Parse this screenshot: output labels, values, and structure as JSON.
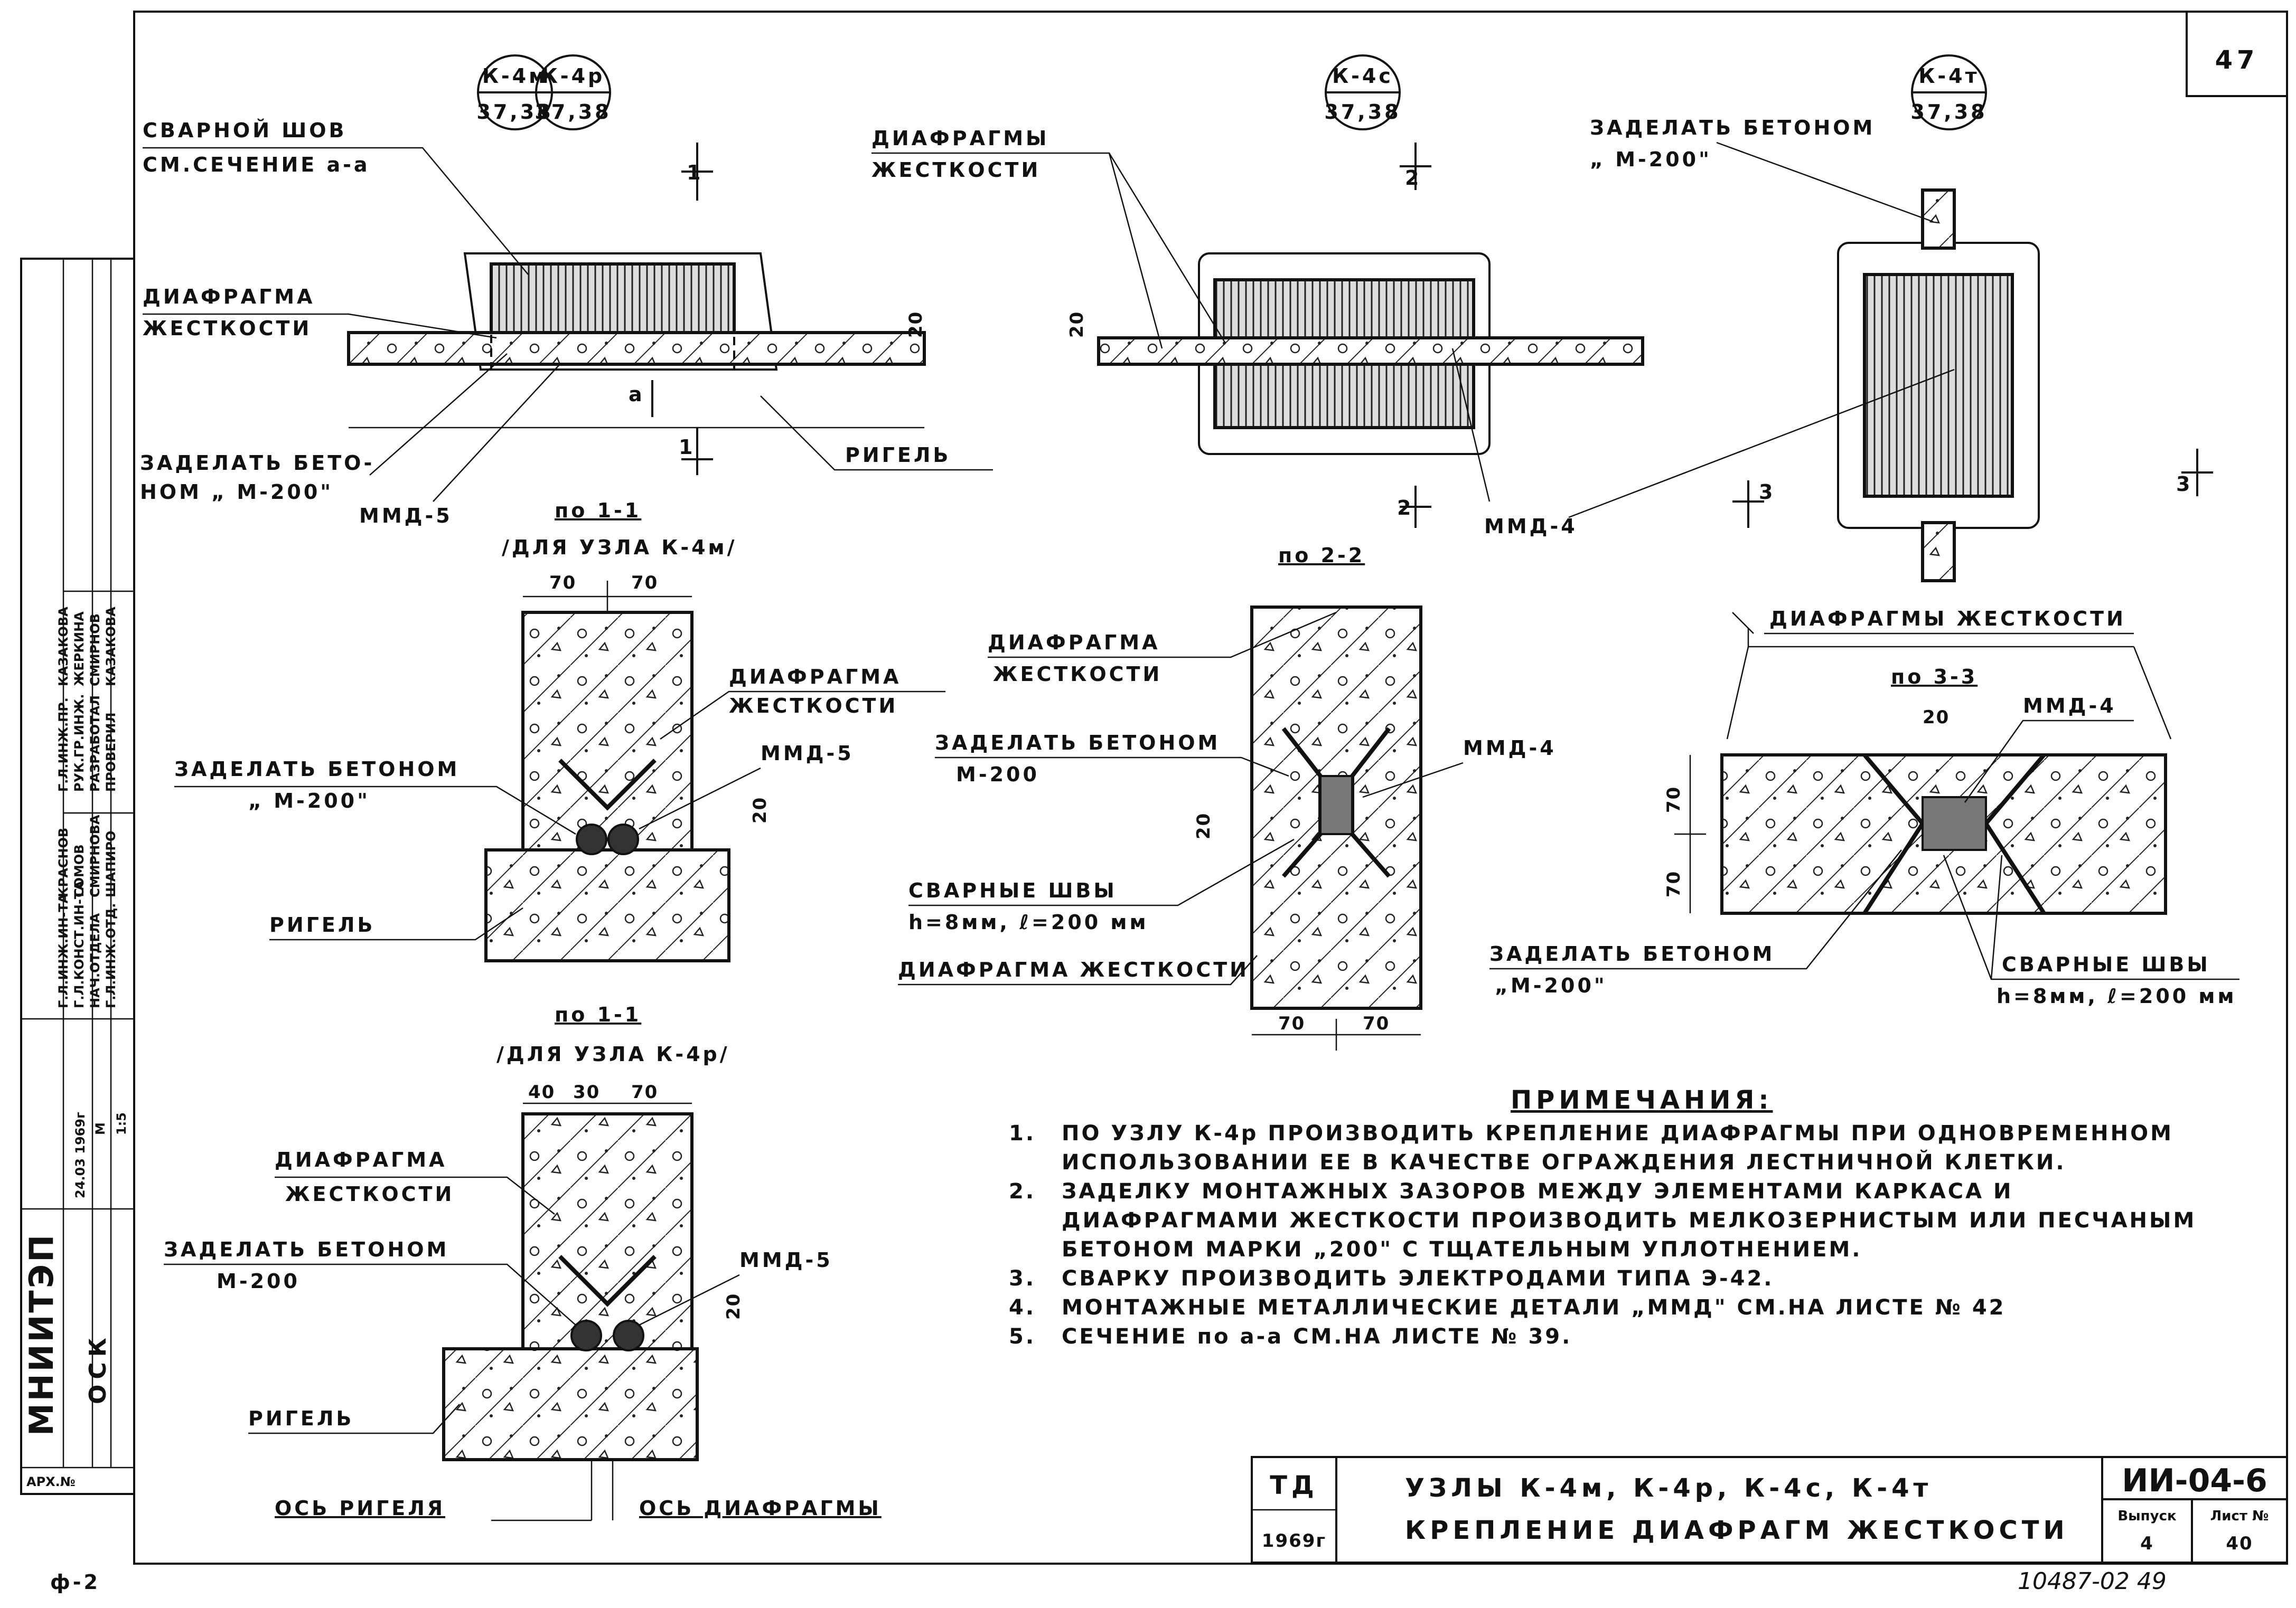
{
  "sheet": {
    "page_number": "47",
    "bottom_left": "ф-2",
    "bottom_right": "10487-02  49"
  },
  "callouts": [
    {
      "top": "К-4м",
      "bottom": "37,38"
    },
    {
      "top": "К-4р",
      "bottom": "37,38"
    },
    {
      "top": "К-4с",
      "bottom": "37,38"
    },
    {
      "top": "К-4т",
      "bottom": "37,38"
    }
  ],
  "plan_labels": {
    "weld_seam_1": "СВАРНОЙ ШОВ",
    "weld_seam_2": "СМ.СЕЧЕНИЕ а-а",
    "diaphragm_1": "ДИАФРАГМА",
    "diaphragm_2": "ЖЕСТКОСТИ",
    "embed_1": "ЗАДЕЛАТЬ БЕТО-",
    "embed_2": "НОМ „ М-200\"",
    "mmd5": "ММД-5",
    "rigel": "РИГЕЛЬ",
    "diaphragms_1": "ДИАФРАГМЫ",
    "diaphragms_2": "ЖЕСТКОСТИ",
    "embed_k4t_1": "ЗАДЕЛАТЬ БЕТОНОМ",
    "embed_k4t_2": "„ М-200\"",
    "mmd4": "ММД-4",
    "diaphragms_k4t": "ДИАФРАГМЫ ЖЕСТКОСТИ",
    "dim_20": "20",
    "cut_1": "1",
    "cut_2": "2",
    "cut_3": "3",
    "mark_a": "а"
  },
  "section_1_1_m": {
    "title": "по 1-1",
    "subtitle": "/ДЛЯ УЗЛА К-4м/",
    "dims": [
      "70",
      "70"
    ],
    "dim_20": "20",
    "diaphragm_1": "ДИАФРАГМА",
    "diaphragm_2": "ЖЕСТКОСТИ",
    "mmd": "ММД-5",
    "embed_1": "ЗАДЕЛАТЬ БЕТОНОМ",
    "embed_2": "„ М-200\"",
    "rigel": "РИГЕЛЬ"
  },
  "section_1_1_r": {
    "title": "по 1-1",
    "subtitle": "/ДЛЯ УЗЛА К-4р/",
    "dims": [
      "40",
      "30",
      "70"
    ],
    "dim_20": "20",
    "diaphragm_1": "ДИАФРАГМА",
    "diaphragm_2": "ЖЕСТКОСТИ",
    "embed_1": "ЗАДЕЛАТЬ БЕТОНОМ",
    "embed_2": "М-200",
    "mmd": "ММД-5",
    "rigel": "РИГЕЛЬ",
    "axis_rigel": "ОСЬ РИГЕЛЯ",
    "axis_diaphragm": "ОСЬ ДИАФРАГМЫ"
  },
  "section_2_2": {
    "title": "по 2-2",
    "diaphragm_1": "ДИАФРАГМА",
    "diaphragm_2": "ЖЕСТКОСТИ",
    "embed_1": "ЗАДЕЛАТЬ БЕТОНОМ",
    "embed_2": "М-200",
    "mmd": "ММД-4",
    "welds_1": "СВАРНЫЕ ШВЫ",
    "welds_2": "h=8мм, ℓ=200 мм",
    "diaphragm_bottom": "ДИАФРАГМА ЖЕСТКОСТИ",
    "dims": [
      "70",
      "70"
    ],
    "dim_20": "20"
  },
  "section_3_3": {
    "title": "по 3-3",
    "dim_20": "20",
    "mmd": "ММД-4",
    "dims": [
      "70",
      "70"
    ],
    "embed_1": "ЗАДЕЛАТЬ БЕТОНОМ",
    "embed_2": "„М-200\"",
    "welds_1": "СВАРНЫЕ ШВЫ",
    "welds_2": "h=8мм, ℓ=200 мм"
  },
  "notes": {
    "title": "ПРИМЕЧАНИЯ:",
    "lines": [
      {
        "num": "1.",
        "text": "ПО УЗЛУ К-4р ПРОИЗВОДИТЬ КРЕПЛЕНИЕ ДИАФРАГМЫ ПРИ ОДНОВРЕМЕННОМ"
      },
      {
        "num": "",
        "text": "ИСПОЛЬЗОВАНИИ ЕЕ В КАЧЕСТВЕ ОГРАЖДЕНИЯ ЛЕСТНИЧНОЙ КЛЕТКИ."
      },
      {
        "num": "2.",
        "text": "ЗАДЕЛКУ МОНТАЖНЫХ ЗАЗОРОВ МЕЖДУ ЭЛЕМЕНТАМИ КАРКАСА И"
      },
      {
        "num": "",
        "text": "ДИАФРАГМАМИ ЖЕСТКОСТИ ПРОИЗВОДИТЬ МЕЛКОЗЕРНИСТЫМ ИЛИ ПЕСЧАНЫМ"
      },
      {
        "num": "",
        "text": "БЕТОНОМ МАРКИ „200\" С ТЩАТЕЛЬНЫМ УПЛОТНЕНИЕМ."
      },
      {
        "num": "3.",
        "text": "СВАРКУ ПРОИЗВОДИТЬ ЭЛЕКТРОДАМИ ТИПА Э-42."
      },
      {
        "num": "4.",
        "text": "МОНТАЖНЫЕ МЕТАЛЛИЧЕСКИЕ ДЕТАЛИ „ММД\" СМ.НА ЛИСТЕ № 42"
      },
      {
        "num": "5.",
        "text": "СЕЧЕНИЕ по а-а СМ.НА ЛИСТЕ № 39."
      }
    ]
  },
  "title_block": {
    "org": "ТД",
    "year": "1969г",
    "title_1": "УЗЛЫ К-4м, К-4р, К-4с, К-4т",
    "title_2": "КРЕПЛЕНИЕ ДИАФРАГМ ЖЕСТКОСТИ",
    "code": "ИИ-04-6",
    "issue_label": "Выпуск",
    "issue": "4",
    "sheet_label": "Лист №",
    "sheet": "40"
  },
  "side_stamp": {
    "institute": "МНИИТЭП",
    "dept": "ОСК",
    "archive": "АРХ.№",
    "date": "24.03 1969г",
    "scale_label": "М",
    "scale": "1:5",
    "roles": [
      "Г.Л.ИНЖ.ИН-ТА",
      "Г.Л.КОНСТ.ИН-ТА",
      "НАЧ.ОТДЕЛА",
      "Г.Л.ИНЖ.ОТД.",
      "Г.Л.ИНЖ.ПР.",
      "РУК.ГР.ИНЖ.",
      "РАЗРАБОТАЛ",
      "ПРОВЕРИЛ"
    ],
    "names": [
      "КРАСНОВ",
      "СОМОВ",
      "СМИРНОВА",
      "ШАПИРО",
      "КАЗАКОВА",
      "ЖЕРКИНА",
      "СМИРНОВ",
      "КАЗАКОВА"
    ]
  }
}
